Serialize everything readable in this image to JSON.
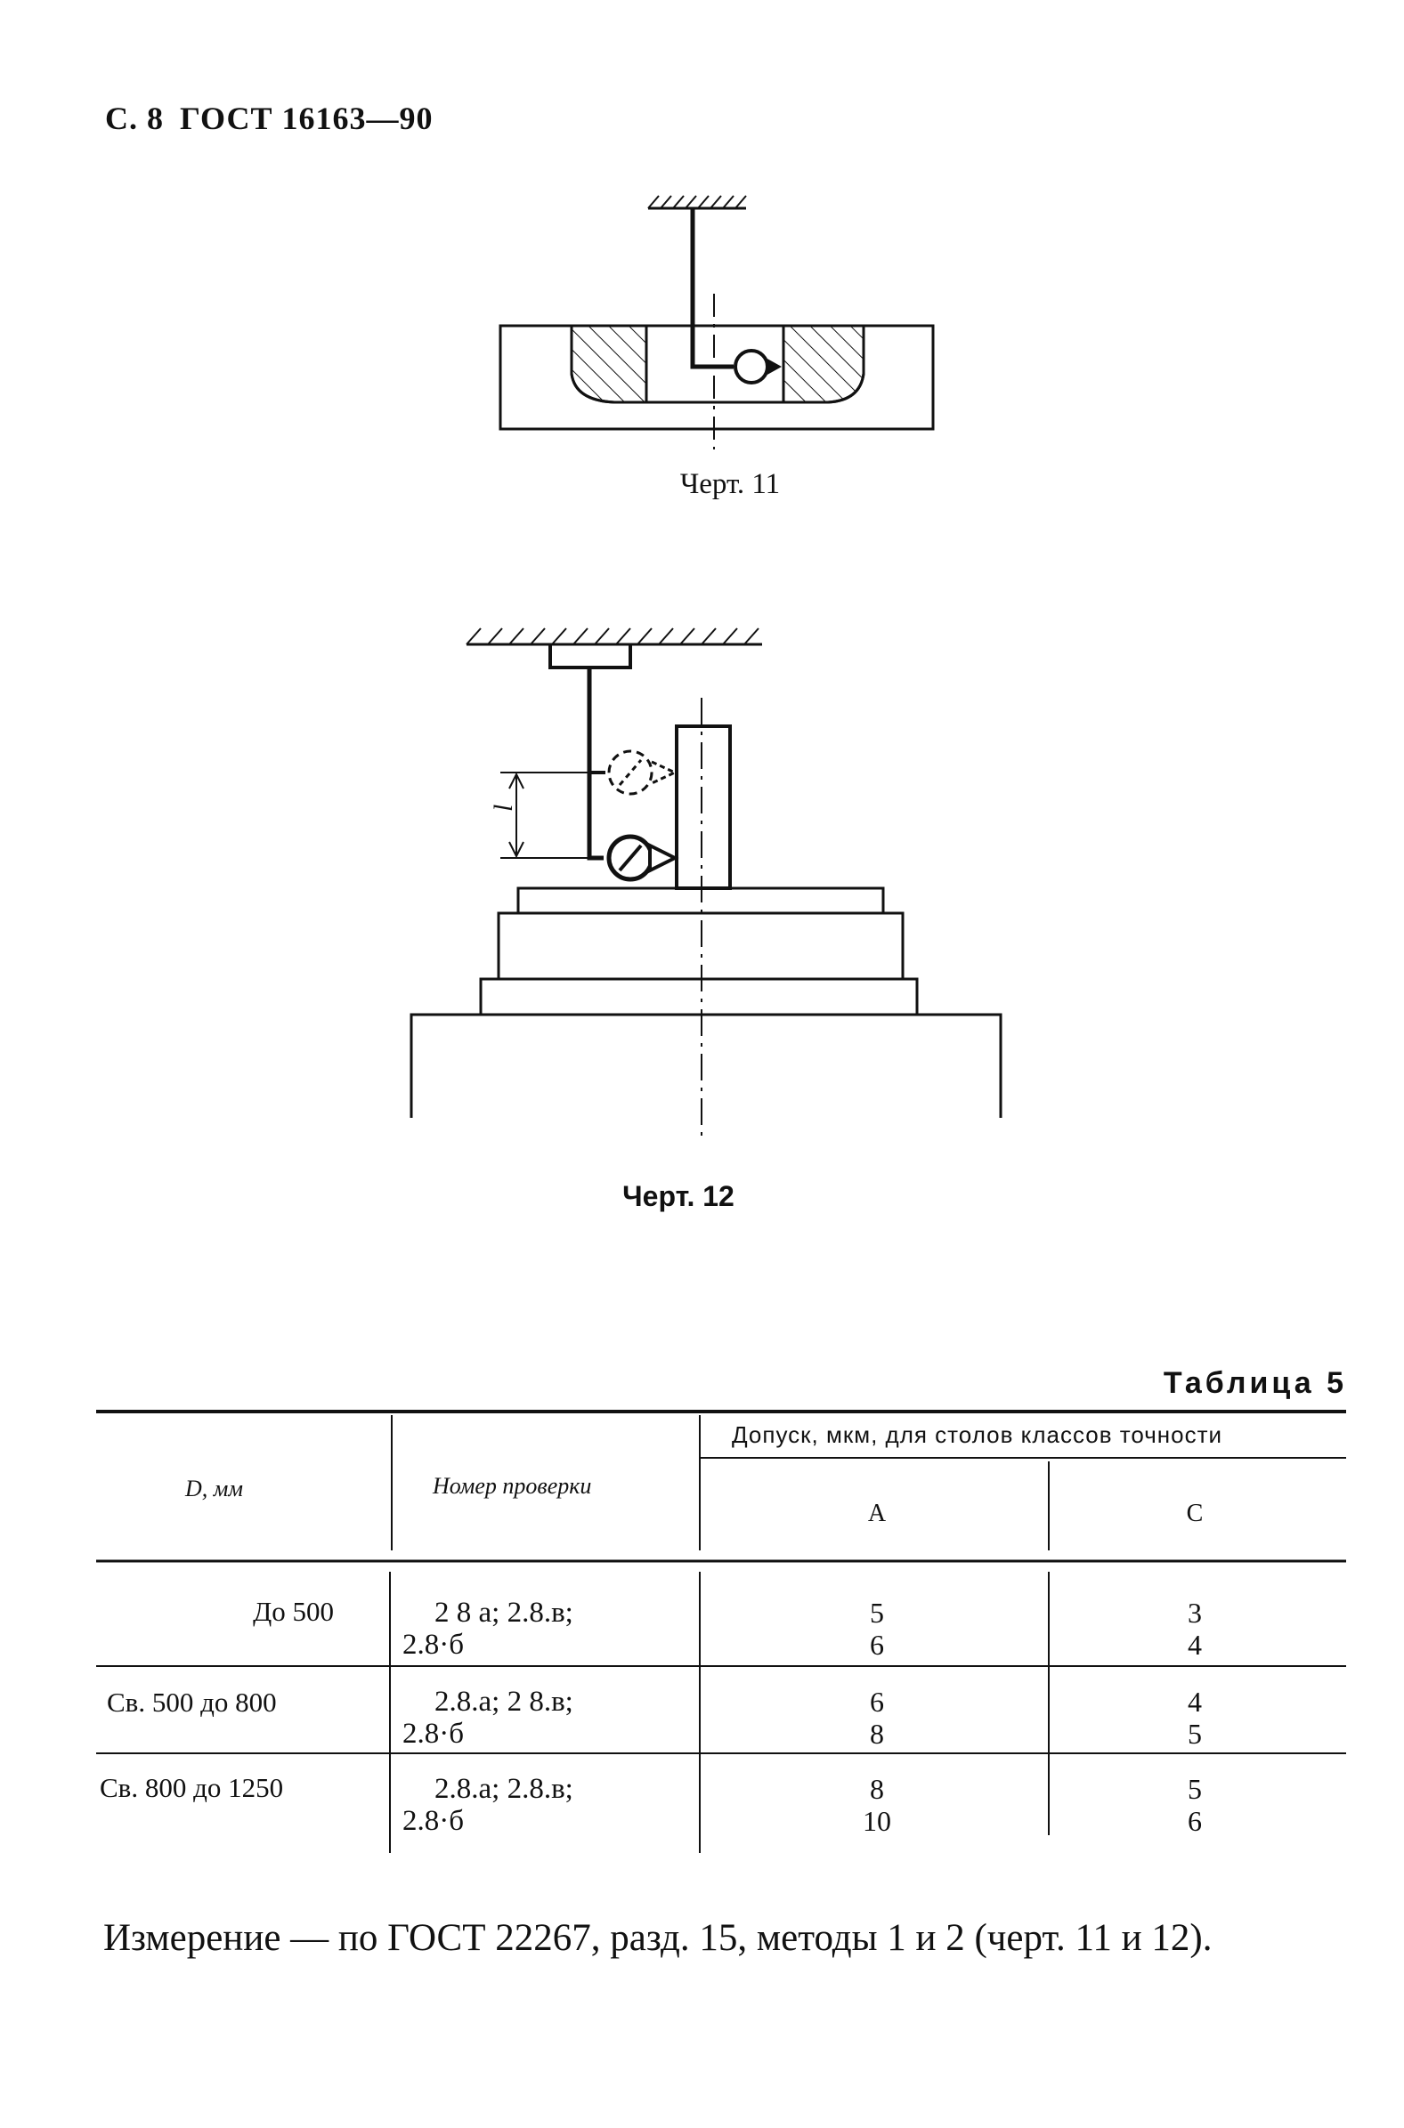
{
  "header": {
    "page": "С. 8",
    "standard": "ГОСТ 16163—90"
  },
  "figures": [
    {
      "caption": "Черт. 11"
    },
    {
      "caption": "Черт. 12",
      "dimension_label": "l"
    }
  ],
  "table": {
    "title": "Таблица 5",
    "headers": {
      "diameter": "D, мм",
      "check_number": "Номер проверки",
      "tolerance": "Допуск, мкм, для столов классов точности",
      "class_a": "А",
      "class_c": "С"
    },
    "rows": [
      {
        "diameter": "До 500",
        "checks": [
          "2 8 а; 2.8.в;",
          "2.8·б"
        ],
        "a": [
          "5",
          "6"
        ],
        "c": [
          "3",
          "4"
        ]
      },
      {
        "diameter": "Св. 500 до 800",
        "checks": [
          "2.8.а; 2 8.в;",
          "2.8·б"
        ],
        "a": [
          "6",
          "8"
        ],
        "c": [
          "4",
          "5"
        ]
      },
      {
        "diameter": "Св. 800 до 1250",
        "checks": [
          "2.8.а; 2.8.в;",
          "2.8·б"
        ],
        "a": [
          "8",
          "10"
        ],
        "c": [
          "5",
          "6"
        ]
      }
    ]
  },
  "body_text": "Измерение — по ГОСТ 22267, разд. 15, методы 1 и 2 (черт. 11 и 12)."
}
